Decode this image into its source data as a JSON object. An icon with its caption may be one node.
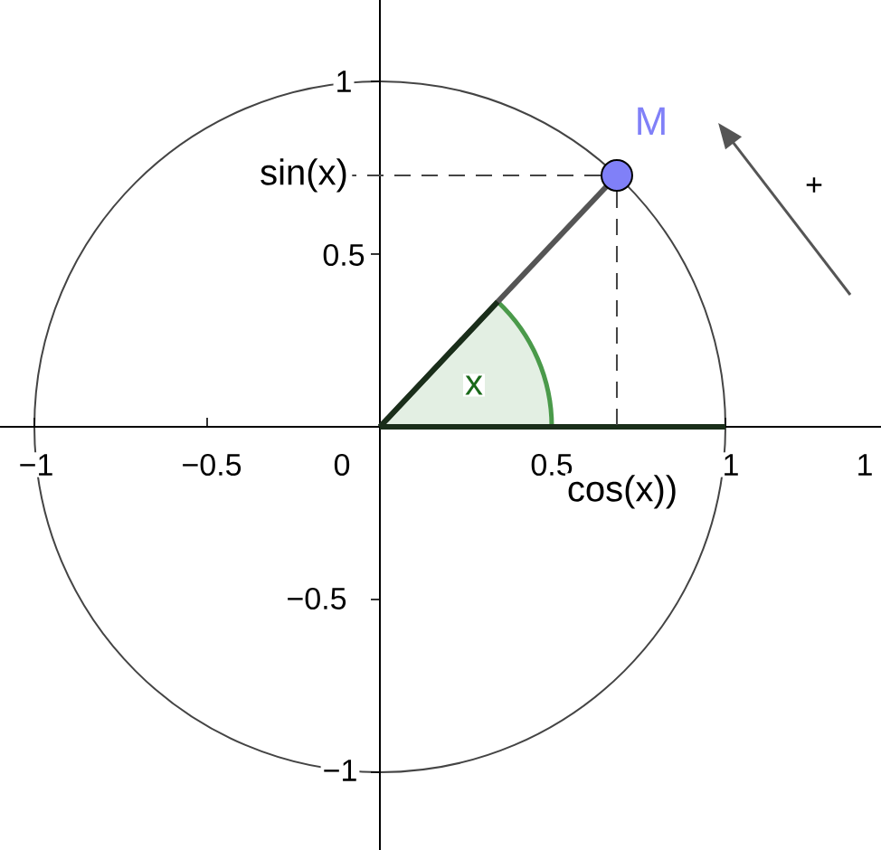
{
  "diagram": {
    "nodes": [
      {
        "text": [],
        "shape": "circle",
        "beside": [
          "M"
        ]
      },
      {
        "text": [
          "sin(x)"
        ]
      }
    ],
    "edges": [
      {
        "from": 0,
        "to": 1,
        "arrow": "none",
        "style": "dashed"
      },
      {
        "from": 0,
        "to": null,
        "arrow": "none",
        "style": "dashed"
      }
    ],
    "labels": [
      "1",
      "0.5",
      "+",
      "x",
      "−1",
      "−0.5",
      "0",
      "0.5",
      "1",
      "1",
      "cos(x))",
      "−0.5",
      "−1"
    ]
  }
}
